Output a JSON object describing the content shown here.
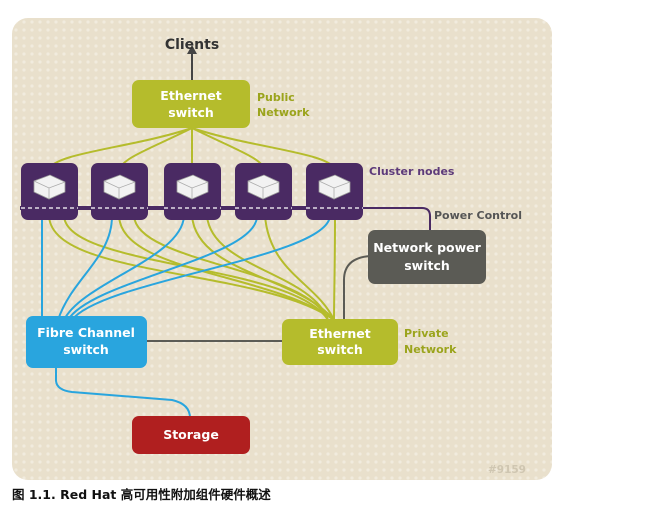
{
  "diagram": {
    "clients_label": "Clients",
    "public_switch": {
      "line1": "Ethernet",
      "line2": "switch"
    },
    "public_network": {
      "line1": "Public",
      "line2": "Network"
    },
    "cluster_nodes_label": "Cluster nodes",
    "node_count": 5,
    "power_control_label": "Power Control",
    "power_switch": {
      "line1": "Network power",
      "line2": "switch"
    },
    "fibre_switch": {
      "line1": "Fibre Channel",
      "line2": "switch"
    },
    "private_switch": {
      "line1": "Ethernet",
      "line2": "switch"
    },
    "private_network": {
      "line1": "Private",
      "line2": "Network"
    },
    "storage_label": "Storage",
    "figure_number": "#9159"
  },
  "colors": {
    "panel": "#e9e0cc",
    "olive": "#b5bc2c",
    "node_purple": "#4a2a63",
    "fibre_blue": "#29a5de",
    "power_gray": "#5b5b55",
    "storage_red": "#b01f1f",
    "label_olive": "#9ba41c",
    "label_purple": "#5d3a7a"
  },
  "caption": "图 1.1. Red Hat 高可用性附加组件硬件概述"
}
